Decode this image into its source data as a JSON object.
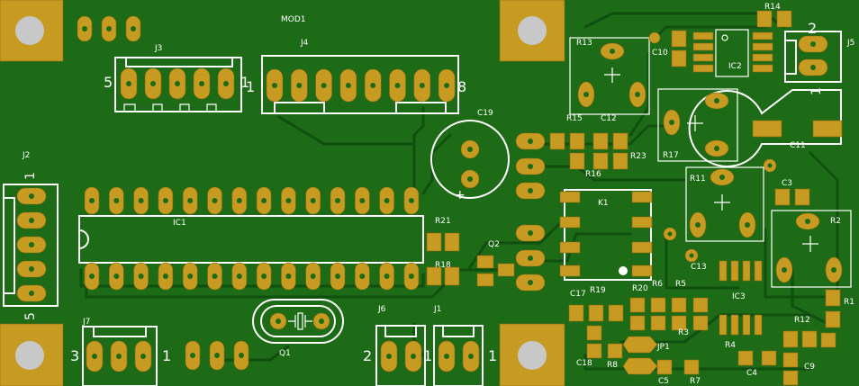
{
  "board": {
    "colors": {
      "board": "#1d6b16",
      "copper": "#c79b22",
      "silk": "#ffffff",
      "hole": "#c8c8c8",
      "trace": "#0f4f0f"
    },
    "module_label": "MOD1",
    "connectors": {
      "j1": {
        "ref": "J1",
        "pin_label": "1"
      },
      "j2": {
        "ref": "J2",
        "pin_top": "1",
        "pin_bottom": "5"
      },
      "j3": {
        "ref": "J3",
        "pin_left": "5",
        "pin_right": "1"
      },
      "j4": {
        "ref": "J4",
        "pin_left": "1",
        "pin_right": "8"
      },
      "j5": {
        "ref": "J5",
        "pin_top": "2",
        "pin_bottom": "1"
      },
      "j6": {
        "ref": "J6",
        "pin_left": "2",
        "pin_right": "1"
      },
      "j7": {
        "ref": "J7",
        "pin_left": "3",
        "pin_right": "1"
      }
    },
    "ics": {
      "ic1": "IC1",
      "ic2": "IC2",
      "ic3": "IC3"
    },
    "relay": "K1",
    "transistors": {
      "q1": "Q1",
      "q2": "Q2"
    },
    "jumper": "JP1",
    "resistors": {
      "r1": "R1",
      "r2": "R2",
      "r3": "R3",
      "r4": "R4",
      "r5": "R5",
      "r6": "R6",
      "r7": "R7",
      "r8": "R8",
      "r11": "R11",
      "r12": "R12",
      "r13": "R13",
      "r14": "R14",
      "r15": "R15",
      "r16": "R16",
      "r17": "R17",
      "r18": "R18",
      "r19": "R19",
      "r20": "R20",
      "r21": "R21",
      "r23": "R23"
    },
    "capacitors": {
      "c3": "C3",
      "c4": "C4",
      "c5": "C5",
      "c9": "C9",
      "c10": "C10",
      "c11": "C11",
      "c12": "C12",
      "c13": "C13",
      "c17": "C17",
      "c18": "C18",
      "c19": "C19",
      "c19_polarity": "+"
    }
  }
}
